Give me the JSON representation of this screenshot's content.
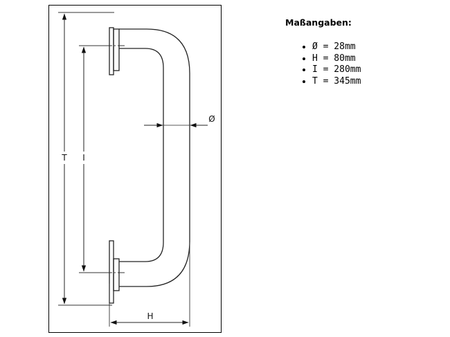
{
  "diagram": {
    "labels": {
      "total_length": "T",
      "inner_length": "I",
      "depth": "H",
      "diameter": "Ø"
    }
  },
  "specs": {
    "title": "Maßangaben:",
    "items": [
      "Ø = 28mm",
      "H = 80mm",
      "I = 280mm",
      "T = 345mm"
    ]
  }
}
